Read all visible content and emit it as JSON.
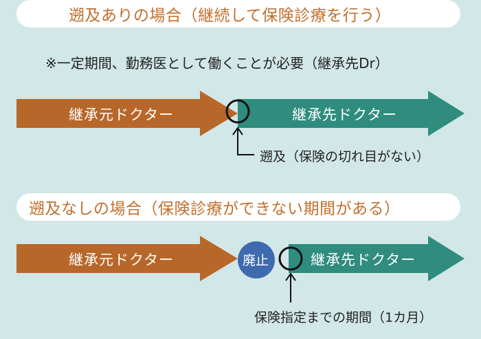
{
  "colors": {
    "background": "#d2e7e7",
    "predecessor_arrow": "#b8672a",
    "successor_arrow": "#2f8c7e",
    "heading_text": "#c0702e",
    "abolish_circle": "#3e6ab0"
  },
  "with_retroactive": {
    "title": "遡及ありの場合（継続して保険診療を行う）",
    "note": "※一定期間、勤務医として働くことが必要（継承先Dr）",
    "predecessor_label": "継承元ドクター",
    "successor_label": "継承先ドクター",
    "annotation": "遡及（保険の切れ目がない）"
  },
  "without_retroactive": {
    "title": "遡及なしの場合（保険診療ができない期間がある）",
    "predecessor_label": "継承元ドクター",
    "abolish_label": "廃止",
    "successor_label": "継承先ドクター",
    "annotation": "保険指定までの期間（1カ月）"
  }
}
